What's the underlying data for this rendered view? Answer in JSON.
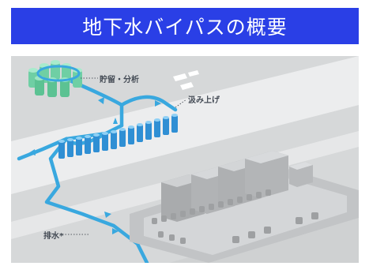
{
  "banner": {
    "title": "地下水バイパスの概要",
    "color": "#2a3fe6"
  },
  "illustration": {
    "labels": {
      "storage": "貯留・分析",
      "pumping": "汲み上げ",
      "drainage": "排水*"
    },
    "colors": {
      "background": "#d8dadb",
      "road": "#eceded",
      "water": "#39a8df",
      "tank": "#8fe0bd",
      "building": "#b5b7b9"
    }
  }
}
